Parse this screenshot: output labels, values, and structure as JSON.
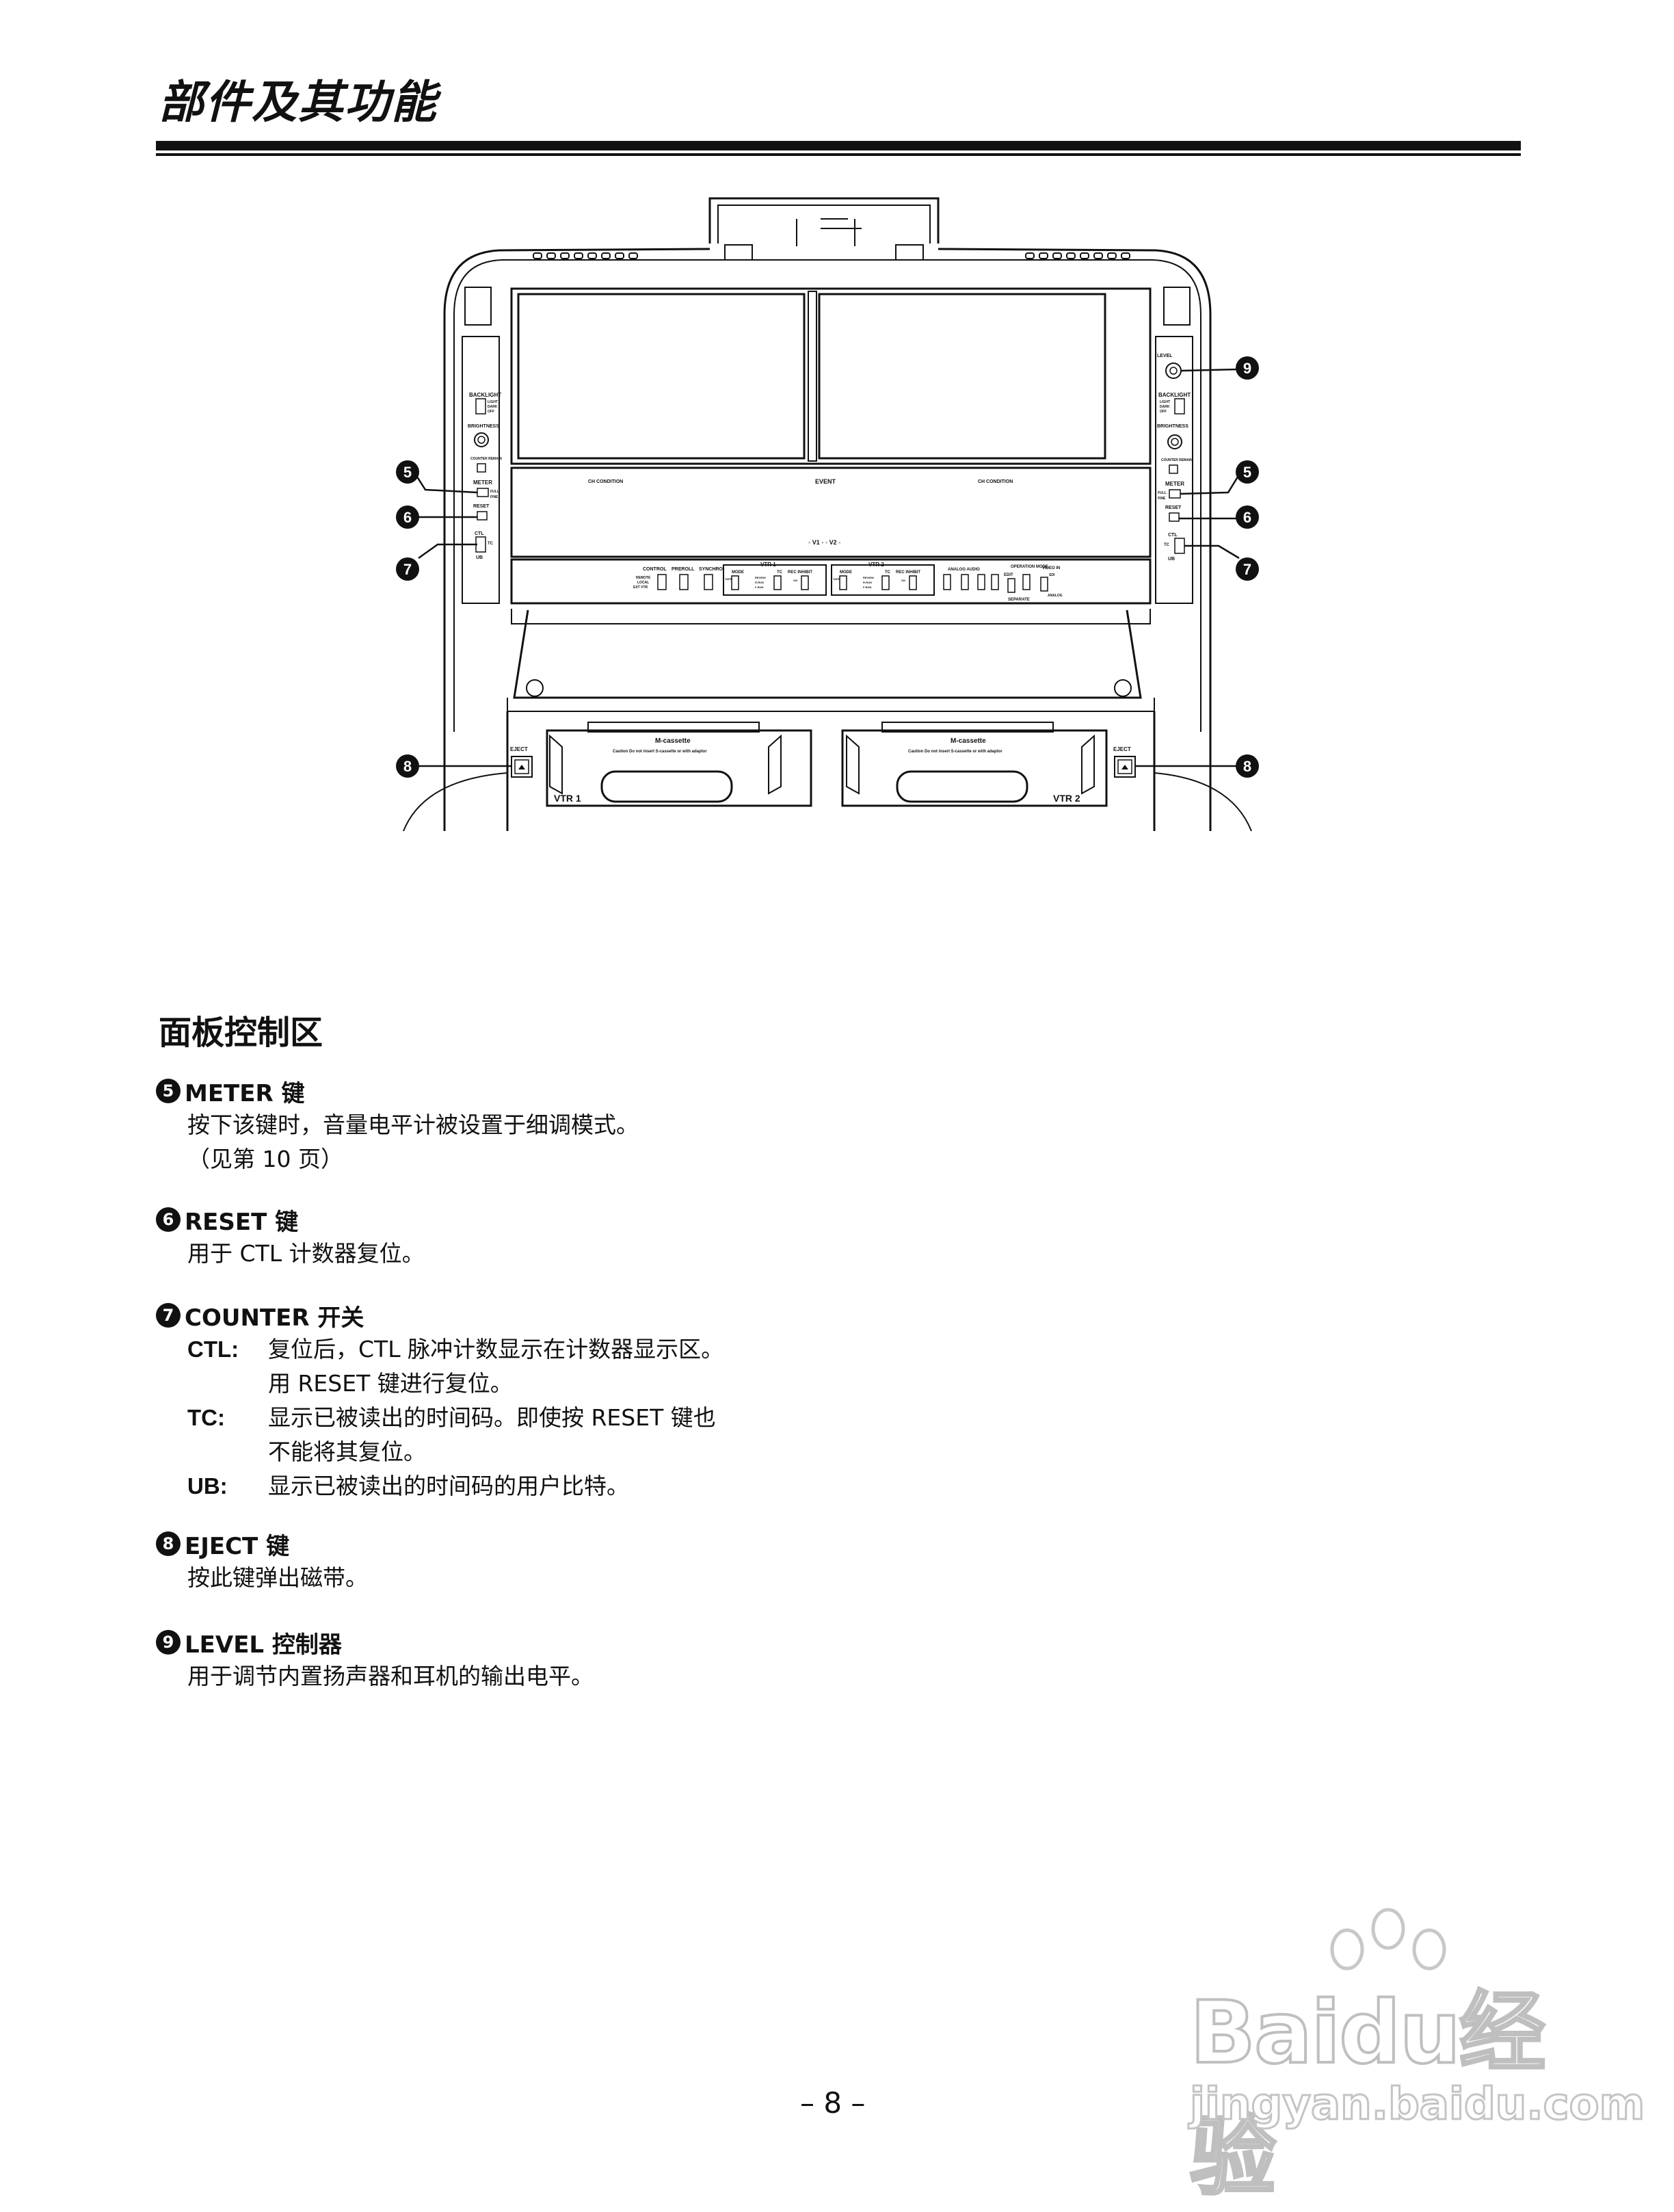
{
  "page": {
    "title": "部件及其功能",
    "section_title": "面板控制区",
    "page_number": "– 8 –"
  },
  "diagram": {
    "callouts": [
      "❺",
      "❻",
      "❼",
      "❽",
      "❾"
    ],
    "labels": {
      "backlight": "BACKLIGHT",
      "light": "LIGHT",
      "dark": "DARK",
      "off": "OFF",
      "brightness": "BRIGHTNESS",
      "counter_remain": "COUNTER REMAIN",
      "meter": "METER",
      "full": "FULL",
      "fine": "FINE",
      "reset": "RESET",
      "ctl": "CTL",
      "tc": "TC",
      "ub": "UB",
      "level": "LEVEL",
      "ch_condition": "CH CONDITION",
      "event": "EVENT",
      "v1_v2": "◦ V1 ◦ ◦ V2 ◦",
      "control": "CONTROL",
      "remote": "REMOTE",
      "local": "LOCAL",
      "ext_vtr": "EXT VTR",
      "preroll": "PREROLL",
      "synchro": "SYNCHRO",
      "vtr1": "VTR 1",
      "vtr2": "VTR 2",
      "mode": "MODE",
      "tape": "TAPE",
      "review": "REVIEW",
      "r_run": "R-RUN",
      "f_run": "F-RUN",
      "rec_inhibit": "REC INHIBIT",
      "on": "ON",
      "analog_audio": "ANALOG AUDIO",
      "edit": "EDIT",
      "operation_mode": "OPERATION MODE",
      "separate": "SEPARATE",
      "video_in": "VIDEO IN",
      "sdi": "SDI",
      "analog": "ANALOG",
      "eject": "EJECT",
      "m_cassette": "M-cassette",
      "caution": "Caution Do not insert S-cassette or with adaptor"
    }
  },
  "items": [
    {
      "num": "❺",
      "title": "METER 键",
      "lines": [
        "按下该键时，音量电平计被设置于细调模式。",
        "（见第 10 页）"
      ]
    },
    {
      "num": "❻",
      "title": "RESET 键",
      "lines": [
        "用于 CTL 计数器复位。"
      ]
    },
    {
      "num": "❼",
      "title": "COUNTER 开关",
      "defs": [
        {
          "term": "CTL:",
          "lines": [
            "复位后，CTL 脉冲计数显示在计数器显示区。",
            "用 RESET 键进行复位。"
          ]
        },
        {
          "term": "TC:",
          "lines": [
            "显示已被读出的时间码。即使按 RESET 键也",
            "不能将其复位。"
          ]
        },
        {
          "term": "UB:",
          "lines": [
            "显示已被读出的时间码的用户比特。"
          ]
        }
      ]
    },
    {
      "num": "❽",
      "title": "EJECT 键",
      "lines": [
        "按此键弹出磁带。"
      ]
    },
    {
      "num": "❾",
      "title": "LEVEL 控制器",
      "lines": [
        "用于调节内置扬声器和耳机的输出电平。"
      ]
    }
  ],
  "watermark": {
    "brand": "Baidu经验",
    "url": "jingyan.baidu.com"
  }
}
